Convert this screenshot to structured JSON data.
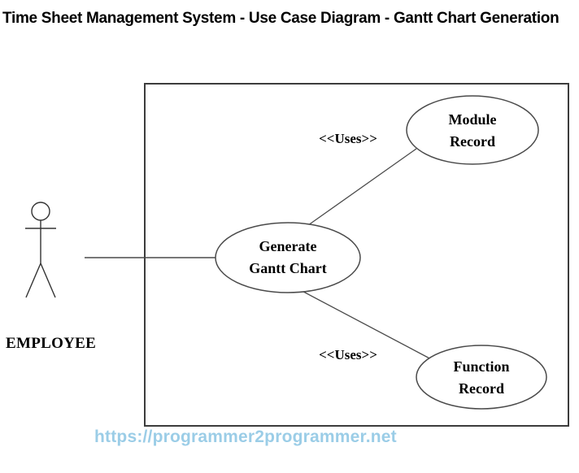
{
  "title": "Time Sheet Management System - Use Case Diagram - Gantt Chart Generation",
  "diagram": {
    "type": "uml-use-case-diagram",
    "actor": {
      "label": "EMPLOYEE"
    },
    "use_cases": [
      {
        "id": "generate-gantt-chart",
        "label": "Generate\nGantt Chart"
      },
      {
        "id": "module-record",
        "label": "Module\nRecord"
      },
      {
        "id": "function-record",
        "label": "Function\nRecord"
      }
    ],
    "connectors": [
      {
        "from": "employee",
        "to": "generate-gantt-chart",
        "stereotype": ""
      },
      {
        "from": "generate-gantt-chart",
        "to": "module-record",
        "stereotype": "<<Uses>>"
      },
      {
        "from": "generate-gantt-chart",
        "to": "function-record",
        "stereotype": "<<Uses>>"
      }
    ]
  },
  "footer": {
    "url": "https://programmer2programmer.net"
  },
  "colors": {
    "background": "#FFFFFF",
    "text": "#000000",
    "boundary_stroke": "#3C3C3C",
    "shape_stroke": "#4A4A4A",
    "watermark_link": "#9BCDE7"
  }
}
